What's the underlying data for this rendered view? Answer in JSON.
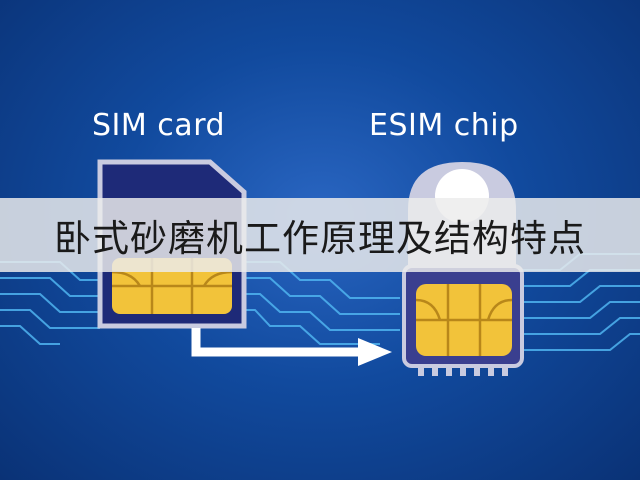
{
  "labels": {
    "sim_card": "SIM card",
    "esim_chip": "ESIM chip"
  },
  "banner": {
    "title": "卧式砂磨机工作原理及结构特点"
  },
  "colors": {
    "background": "#114a9e",
    "circuit": "#4fb4f0",
    "sim_body": "#1e2a78",
    "chip_gold": "#f2c33a",
    "esim_frame": "#c9cbe0",
    "arrow": "#ffffff"
  }
}
